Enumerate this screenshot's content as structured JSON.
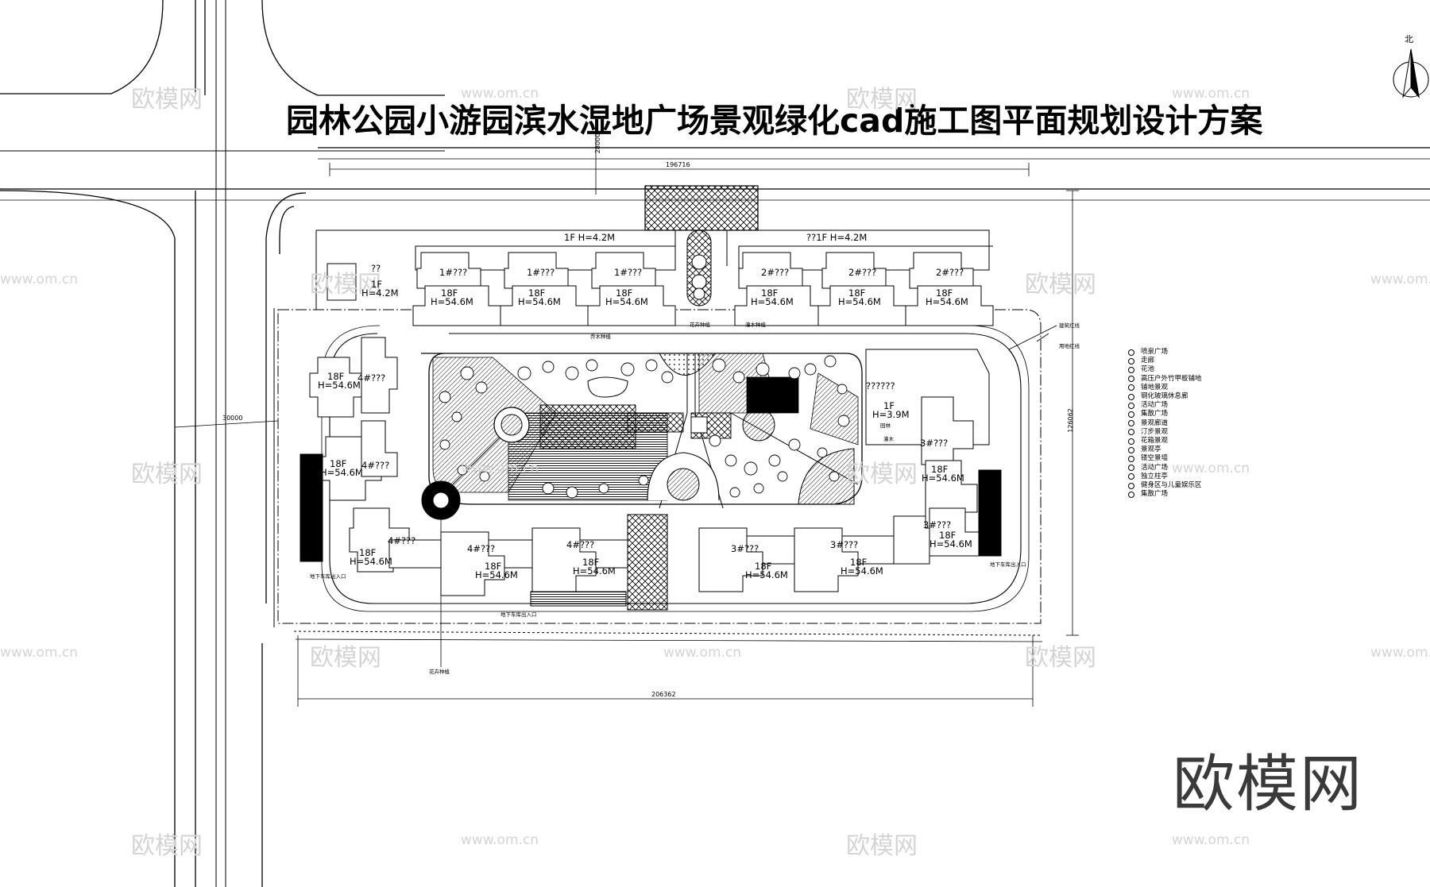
{
  "title": "园林公园小游园滨水湿地广场景观绿化cad施工图平面规划设计方案",
  "brand_watermark": "欧模网",
  "watermark_logo": "欧模网",
  "watermark_url": "www.om.cn",
  "north_label": "北",
  "dimensions": {
    "top_width": "196716",
    "road_width_top": "28000",
    "road_width_left": "30000",
    "right_height": "126062",
    "bottom_width": "206362"
  },
  "buildings": {
    "club_north_west": "1F  H=4.2M",
    "club_north_east": "??1F  H=4.2M",
    "club_west": "??",
    "club_west_floor": "1F",
    "club_west_height": "H=4.2M",
    "b1": "1#???",
    "b2": "2#???",
    "b3": "3#???",
    "b4": "4#???",
    "h18": "18F",
    "h18_height": "H=54.6M",
    "center_club": "??????",
    "center_club_floor": "1F",
    "center_club_height": "H=3.9M"
  },
  "annotations": {
    "flower_bed": "花卉种植",
    "tree_plant": "乔木种植",
    "shrub_plant": "灌木种植",
    "garden": "园林",
    "shrub": "灌木",
    "entrance_sw": "地下车库出入口",
    "entrance_w": "地下车库出入口",
    "entrance_e": "地下车库出入口",
    "red_line": "建筑红线",
    "land_line": "用地红线"
  },
  "legend": [
    "喷泉广场",
    "走廊",
    "花池",
    "高压户外竹甲板铺地",
    "铺地景观",
    "钢化玻璃休息廊",
    "活动广场",
    "集散广场",
    "景观廊道",
    "汀步景观",
    "花箱景观",
    "景观亭",
    "镂空景墙",
    "活动广场",
    "独立柱亭",
    "健身区与儿童娱乐区",
    "集散广场"
  ]
}
